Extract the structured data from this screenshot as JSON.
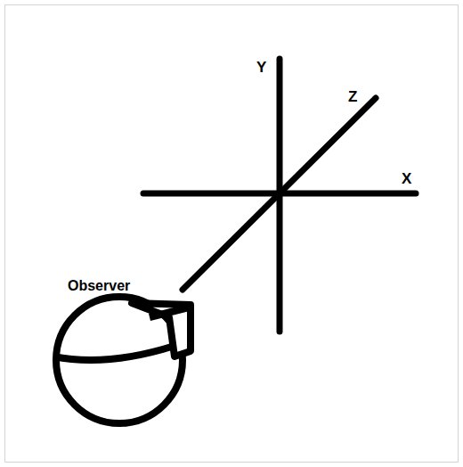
{
  "diagram": {
    "labels": [
      "Y",
      "Z",
      "X",
      "Observer"
    ]
  }
}
